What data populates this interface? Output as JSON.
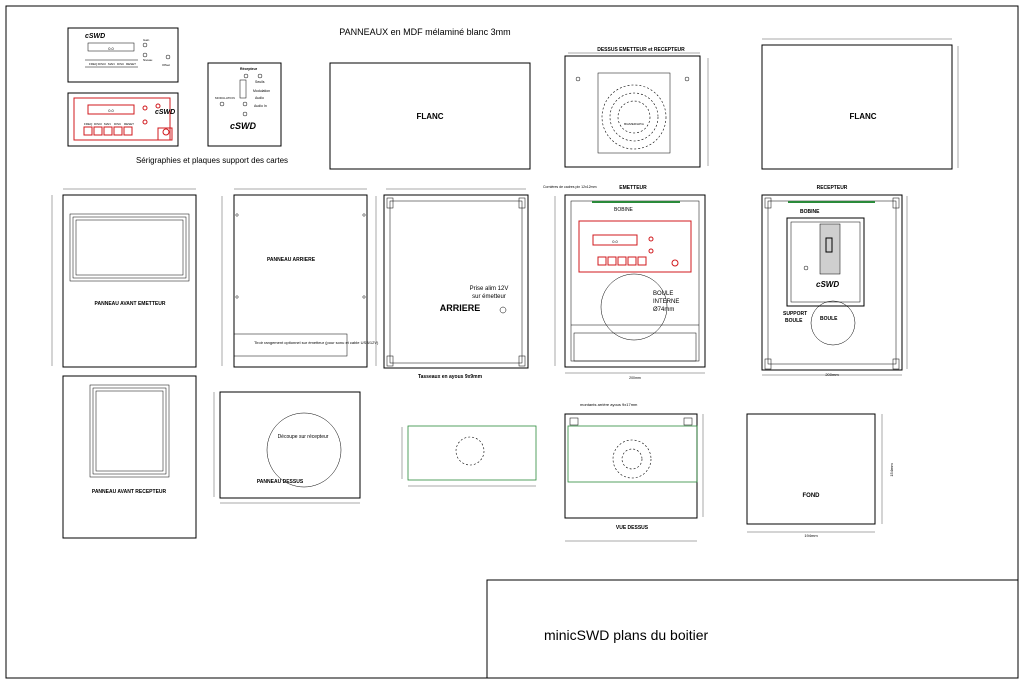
{
  "header": {
    "title": "PANNEAUX  en  MDF mélaminé blanc 3mm"
  },
  "caption": {
    "text": "Sérigraphies et plaques support des cartes"
  },
  "title_block": {
    "text": "minicSWD  plans du boitier"
  },
  "plates": {
    "brand": "cSWD",
    "display": "0.0",
    "knob_labels": [
      "Gain",
      "Niveau",
      "Offset"
    ],
    "key_labels": [
      "FREQ",
      "DISCI",
      "MAN",
      "DISC",
      "RESET"
    ],
    "receiver_items": [
      "Récepteur",
      "Seuils",
      "Modulation",
      "Audio",
      "Audio In"
    ],
    "receiver_side": "MODULATION"
  },
  "panels": {
    "flanc_left": "FLANC",
    "flanc_right": "FLANC",
    "dessus_title": "DESSUS EMETTEUR et RECEPTEUR",
    "dessus_speaker": "BUZZER/HP/A",
    "avant_emetteur": "PANNEAU AVANT EMETTEUR",
    "arriere_plate": "PANNEAU ARRIERE",
    "arriere_note": "Tiroir rangement optionnel sur émetteur (pour sonu et cable USB/12V)",
    "arriere_view": "ARRIERE",
    "prise_line1": "Prise alim 12V",
    "prise_line2": "sur émetteur",
    "tasseaux": "Tasseaux en ayous 9x9mm",
    "corniere": "Cornières de cadres pin 12x12mm",
    "emetteur": "EMETTEUR",
    "bobine": "BOBINE",
    "boule_interne_1": "BOULE",
    "boule_interne_2": "INTERNE",
    "boule_interne_3": "Ø74mm",
    "recepteur": "RECEPTEUR",
    "bobine_r": "BOBINE",
    "support_1": "SUPPORT",
    "support_2": "BOULE",
    "boule": "BOULE",
    "avant_recepteur": "PANNEAU AVANT RECEPTEUR",
    "decoupe": "Découpe sur récepteur",
    "panneau_dessus": "PANNEAU DESSUS",
    "montants": "montants arrière  ayous 9x17mm",
    "vue_dessus": "VUE DESSUS",
    "fond": "FOND"
  },
  "dimensions": {
    "w200": "200mm",
    "w194": "194mm",
    "h154": "154mm"
  }
}
